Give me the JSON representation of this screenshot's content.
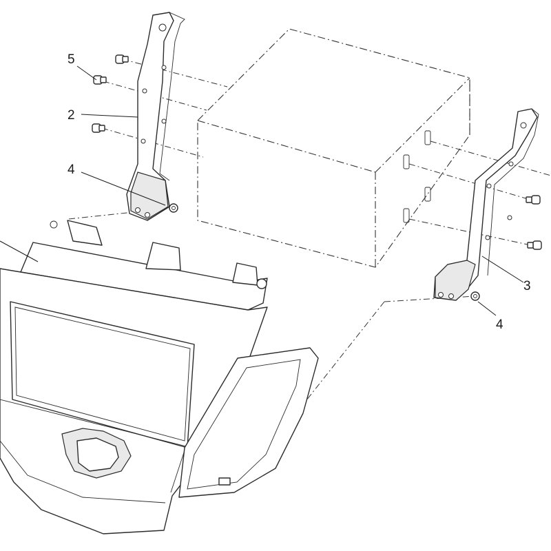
{
  "callouts": {
    "c5": "5",
    "c2": "2",
    "c4a": "4",
    "c3": "3",
    "c4b": "4"
  }
}
